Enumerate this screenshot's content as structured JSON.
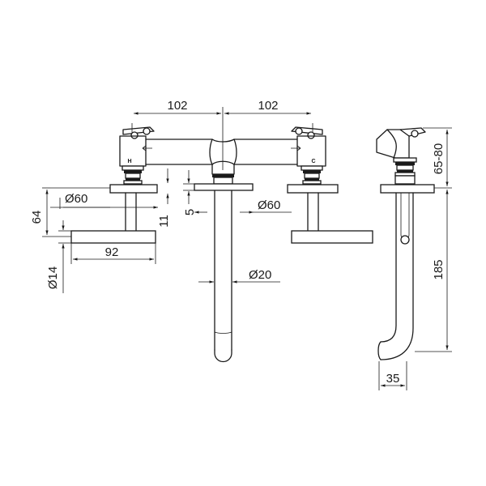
{
  "drawing": {
    "dimensions": {
      "handle_spacing_left": "102",
      "handle_spacing_right": "102",
      "flange_diameter_left": "Ø60",
      "flange_diameter_center": "Ø60",
      "handle_height": "64",
      "handle_length": "92",
      "handle_diameter": "Ø14",
      "offset_11": "11",
      "offset_5": "5",
      "spout_diameter": "Ø20",
      "wall_depth_range": "65-80",
      "spout_length": "185",
      "spout_projection": "35"
    },
    "markings": {
      "hot": "H",
      "cold": "C"
    }
  }
}
